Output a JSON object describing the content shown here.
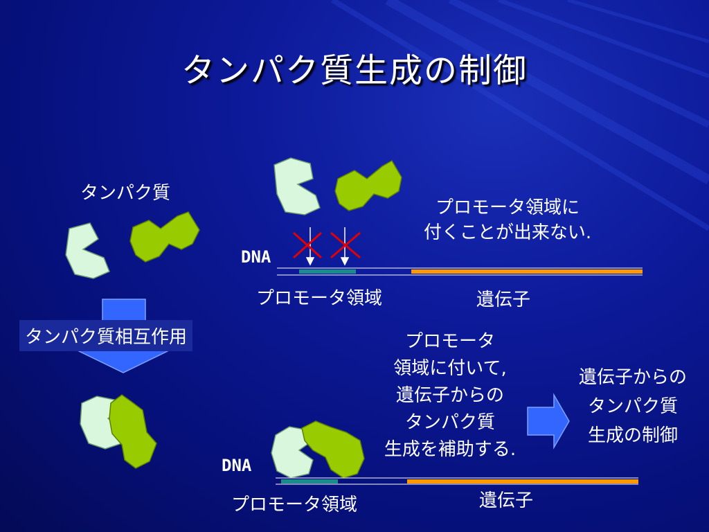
{
  "slide": {
    "title": "タンパク質生成の制御",
    "protein_label": "タンパク質",
    "interaction_label": "タンパク質相互作用",
    "top_dna": {
      "dna_label": "DNA",
      "promoter_label": "プロモータ領域",
      "gene_label": "遺伝子",
      "note_line1": "プロモータ領域に",
      "note_line2": "付くことが出来ない."
    },
    "bottom_dna": {
      "dna_label": "DNA",
      "promoter_label": "プロモータ領域",
      "gene_label": "遺伝子",
      "note_lines": [
        "プロモータ",
        "領域に付いて,",
        "遺伝子からの",
        "タンパク質",
        "生成を補助する."
      ]
    },
    "result_lines": [
      "遺伝子からの",
      "タンパク質",
      "生成の制御"
    ],
    "colors": {
      "protein_a": "#d8f7dc",
      "protein_b": "#99cc00",
      "promoter": "#1a8c8c",
      "gene": "#ff9900",
      "blocked_mark": "#e00000",
      "arrow": "#3366ff"
    }
  }
}
